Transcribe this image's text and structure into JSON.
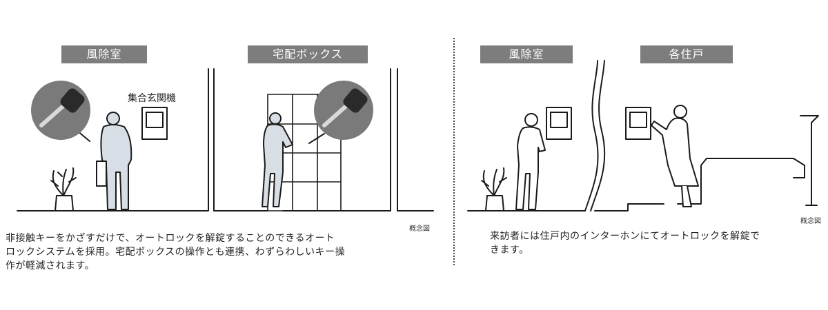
{
  "left_panel": {
    "labels": [
      "風除室",
      "宅配ボックス"
    ],
    "device_label": "集合玄関機",
    "note": "概念図",
    "caption": "非接触キーをかざすだけで、オートロックを解錠することのできるオート\nロックシステムを採用。宅配ボックスの操作とも連携、わずらわしいキー操\n作が軽減されます。"
  },
  "right_panel": {
    "labels": [
      "風除室",
      "各住戸"
    ],
    "note": "概念図",
    "caption": "来訪者には住戸内のインターホンにてオートロックを解錠で\nきます。"
  },
  "icons": [
    "key-icon",
    "plant-icon",
    "intercom-icon",
    "floor-lamp-icon"
  ]
}
